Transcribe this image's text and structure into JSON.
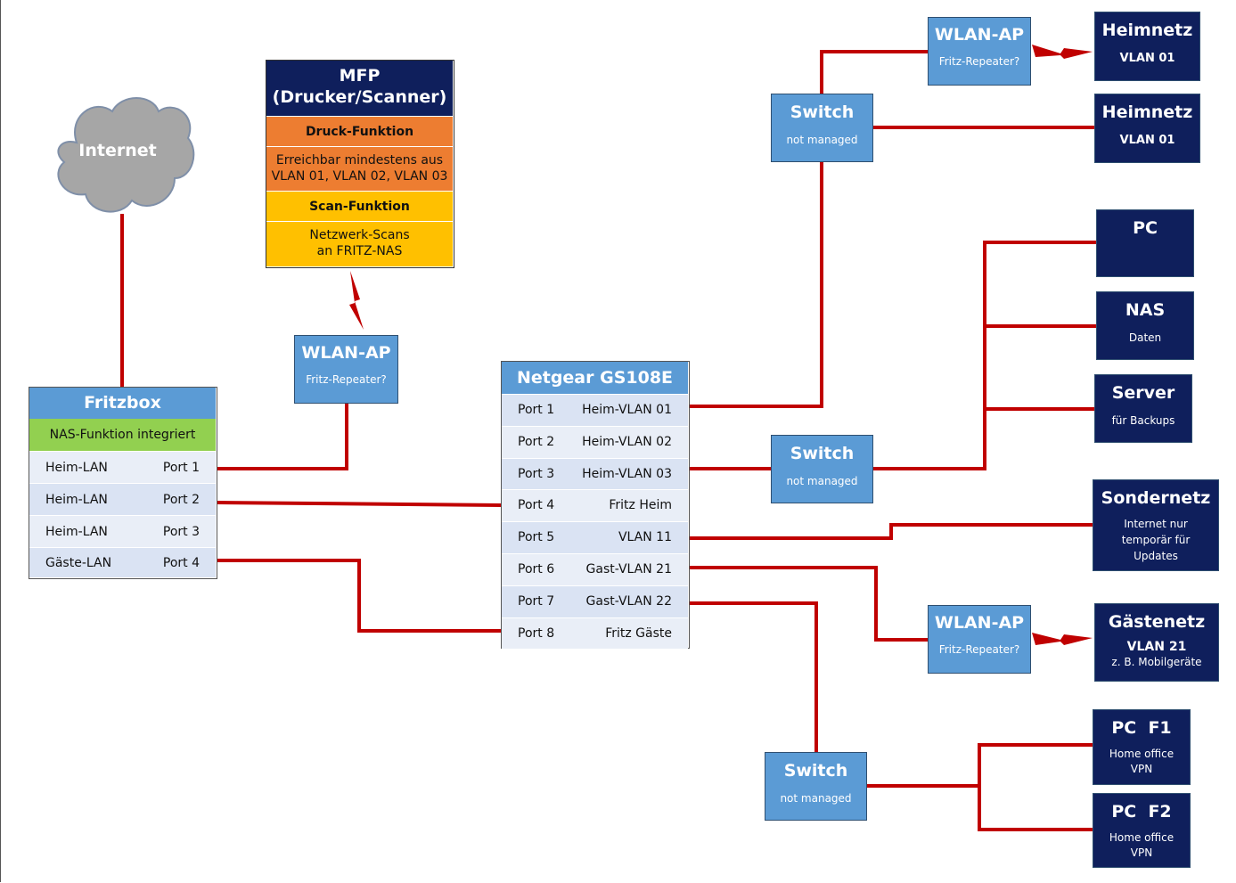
{
  "internet": {
    "label": "Internet"
  },
  "mfp": {
    "title_line1": "MFP",
    "title_line2": "(Drucker/Scanner)",
    "print_header": "Druck-Funktion",
    "print_line1": "Erreichbar mindestens aus",
    "print_line2": "VLAN 01, VLAN 02, VLAN 03",
    "scan_header": "Scan-Funktion",
    "scan_line1": "Netzwerk-Scans",
    "scan_line2": "an FRITZ-NAS"
  },
  "fritzbox": {
    "title": "Fritzbox",
    "nas": "NAS-Funktion integriert",
    "ports": [
      {
        "name": "Heim-LAN",
        "port": "Port 1"
      },
      {
        "name": "Heim-LAN",
        "port": "Port 2"
      },
      {
        "name": "Heim-LAN",
        "port": "Port 3"
      },
      {
        "name": "Gäste-LAN",
        "port": "Port 4"
      }
    ]
  },
  "netgear": {
    "title": "Netgear GS108E",
    "ports": [
      {
        "port": "Port 1",
        "vlan": "Heim-VLAN 01"
      },
      {
        "port": "Port 2",
        "vlan": "Heim-VLAN 02"
      },
      {
        "port": "Port 3",
        "vlan": "Heim-VLAN 03"
      },
      {
        "port": "Port 4",
        "vlan": "Fritz Heim"
      },
      {
        "port": "Port 5",
        "vlan": "VLAN 11"
      },
      {
        "port": "Port 6",
        "vlan": "Gast-VLAN 21"
      },
      {
        "port": "Port 7",
        "vlan": "Gast-VLAN 22"
      },
      {
        "port": "Port 8",
        "vlan": "Fritz Gäste"
      }
    ]
  },
  "wlan_ap": {
    "title": "WLAN-AP",
    "sub": "Fritz-Repeater?"
  },
  "switch": {
    "title": "Switch",
    "sub": "not managed"
  },
  "heimnetz": {
    "title": "Heimnetz",
    "sub": "VLAN 01"
  },
  "pc": {
    "title": "PC"
  },
  "nas": {
    "title": "NAS",
    "sub": "Daten"
  },
  "server": {
    "title": "Server",
    "sub": "für Backups"
  },
  "sondernetz": {
    "title": "Sondernetz",
    "sub_line1": "Internet nur",
    "sub_line2": "temporär für",
    "sub_line3": "Updates"
  },
  "gaestenetz": {
    "title": "Gästenetz",
    "sub_line1": "VLAN 21",
    "sub_line2": "z. B. Mobilgeräte"
  },
  "pc_f1": {
    "title": "PC  F1",
    "sub_line1": "Home office",
    "sub_line2": "VPN"
  },
  "pc_f2": {
    "title": "PC  F2",
    "sub_line1": "Home office",
    "sub_line2": "VPN"
  },
  "colors": {
    "line": "#c00000",
    "navy": "#0f1f5c",
    "lightblue": "#5b9bd5",
    "green": "#92d050",
    "orange": "#ed7d31",
    "yellow": "#ffc000",
    "row": "#dae3f3"
  }
}
